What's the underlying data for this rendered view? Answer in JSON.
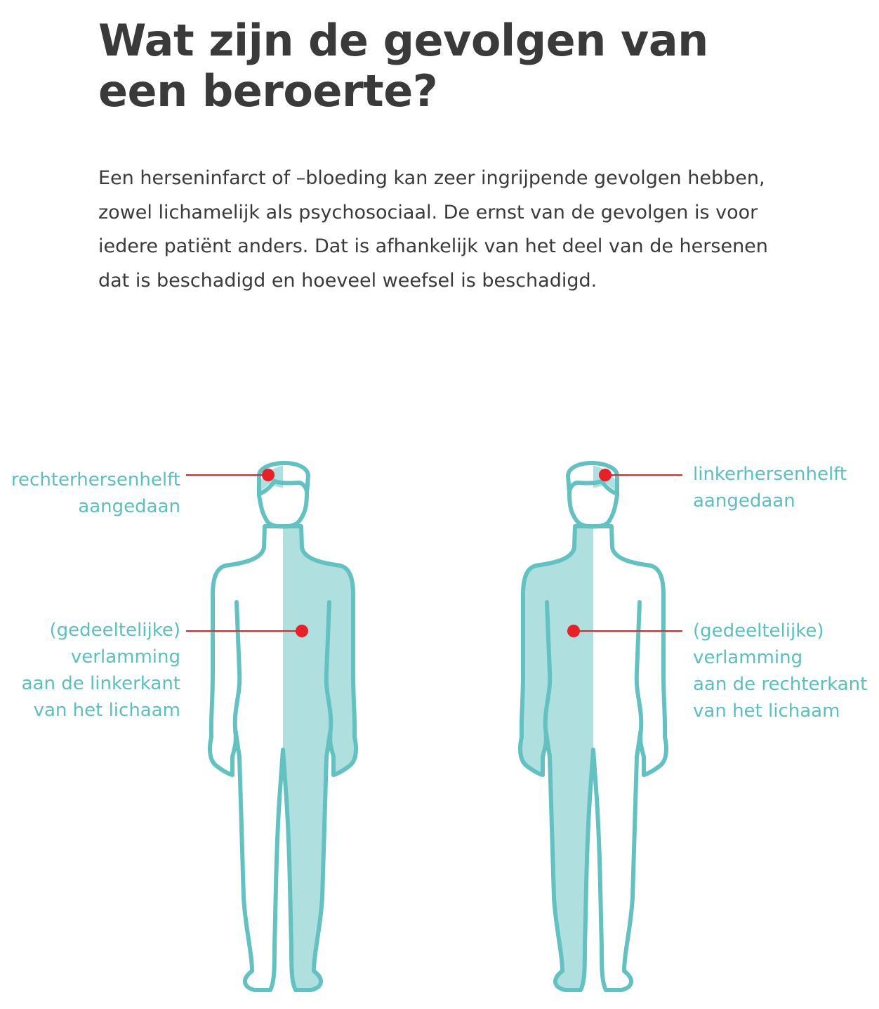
{
  "title": "Wat zijn de gevolgen van een beroerte?",
  "intro": "Een herseninfarct of –bloeding kan zeer ingrijpende gevolgen hebben, zowel lichamelijk als psychosociaal. De ernst van de gevolgen is voor iedere patiënt anders. Dat is afhankelijk van het deel van de hersenen dat is beschadigd en hoeveel weefsel is beschadigd.",
  "figures": {
    "left": {
      "brain_label": "rechterhersenhelft\naangedaan",
      "body_label": "(gedeeltelijke)\nverlamming\naan de linkerkant\nvan het lichaam"
    },
    "right": {
      "brain_label": "linkerhersenhelft\naangedaan",
      "body_label": "(gedeeltelijke)\nverlamming\naan de rechterkant\nvan het lichaam"
    }
  },
  "colors": {
    "outline": "#63c1c1",
    "fill": "#afdfdf",
    "marker": "#e8202a",
    "text": "#3a3a3a",
    "label": "#5cbfbf"
  }
}
